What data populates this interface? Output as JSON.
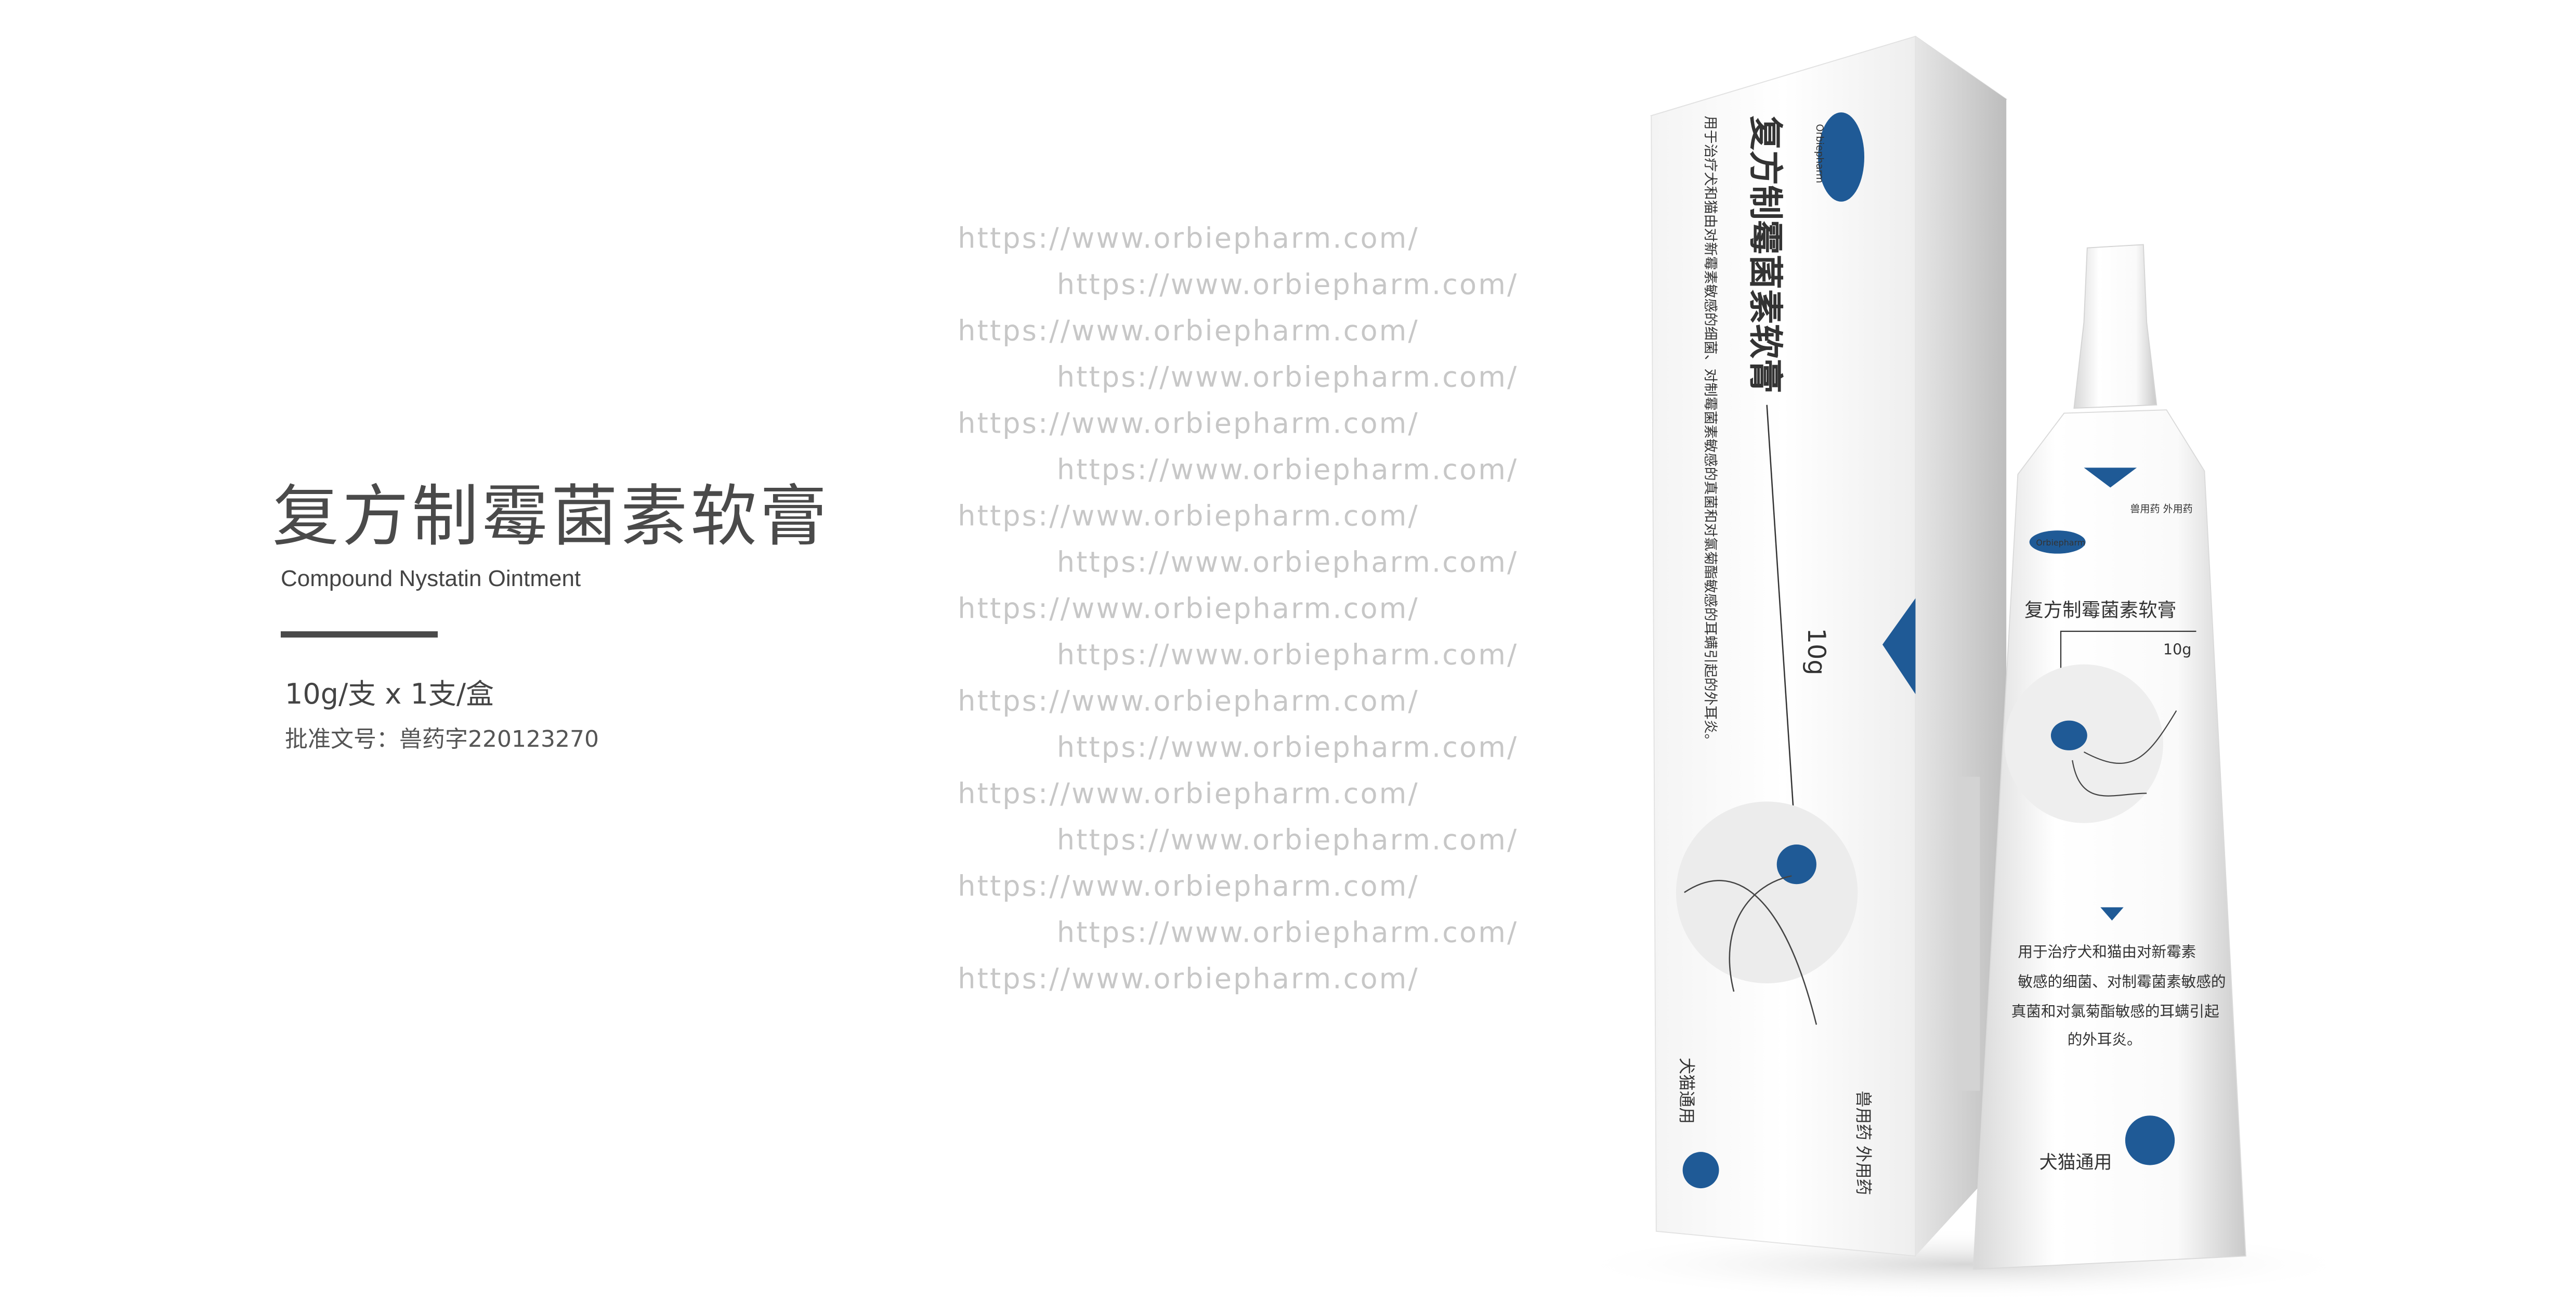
{
  "product": {
    "name_cn": "复方制霉菌素软膏",
    "name_en": "Compound Nystatin Ointment",
    "spec": "10g/支 x 1支/盒",
    "approval": "批准文号：兽药字220123270"
  },
  "packaging": {
    "brand": "Orbiepharm",
    "name": "复方制霉菌素软膏",
    "weight": "10g",
    "usage_tag": "兽用药 外用药",
    "indication": "用于治疗犬和猫由对新霉素敏感的细菌、对制霉菌素敏感的真菌和对氯菊酯敏感的耳螨引起的外耳炎。",
    "tube_indication_lines": [
      "用于治疗犬和猫由对新霉素",
      "敏感的细菌、对制霉菌素敏感的",
      "真菌和对氯菊酯敏感的耳螨引起",
      "的外耳炎。"
    ],
    "species": "犬猫通用"
  },
  "watermark": "https://www.orbiepharm.com/",
  "colors": {
    "brand_blue": "#1f5a96",
    "text": "#4a4a4a"
  }
}
